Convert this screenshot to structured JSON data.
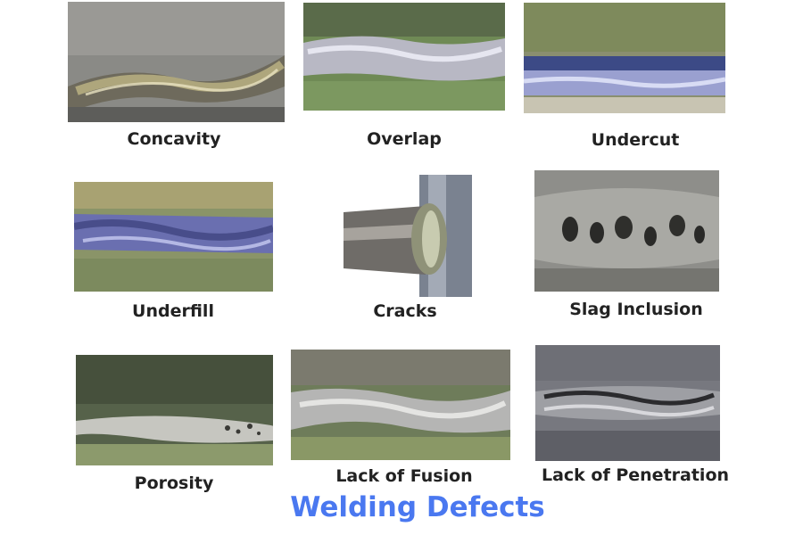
{
  "title": "Welding Defects",
  "title_color": "#4a78f0",
  "defects": [
    {
      "label": "Concavity"
    },
    {
      "label": "Overlap"
    },
    {
      "label": "Undercut"
    },
    {
      "label": "Underfill"
    },
    {
      "label": "Cracks"
    },
    {
      "label": "Slag Inclusion"
    },
    {
      "label": "Porosity"
    },
    {
      "label": "Lack of Fusion"
    },
    {
      "label": "Lack of Penetration"
    }
  ]
}
